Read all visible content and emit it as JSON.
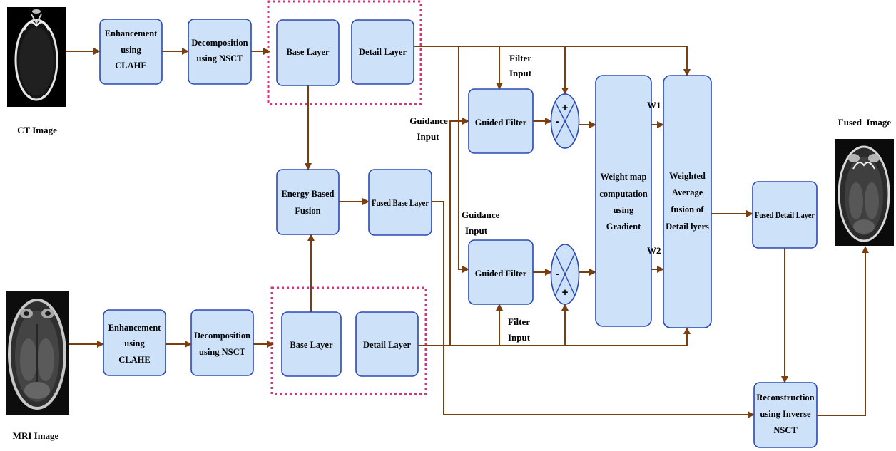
{
  "colors": {
    "box_fill": "#cde2f8",
    "box_border": "#2b48b4",
    "arrow": "#7b3f0e",
    "dashed_outline": "#d6337f",
    "text": "#000000"
  },
  "ct_image": {
    "label": "CT Image"
  },
  "mri_image": {
    "label": "MRI Image"
  },
  "fused_image": {
    "label": "Fused  Image"
  },
  "ct_branch": {
    "enhancement": [
      "Enhancement",
      "using",
      "CLAHE"
    ],
    "decomposition": [
      "Decomposition",
      "using NSCT"
    ],
    "base_layer": "Base Layer",
    "detail_layer": "Detail Layer"
  },
  "mri_branch": {
    "enhancement": [
      "Enhancement",
      "using",
      "CLAHE"
    ],
    "decomposition": [
      "Decomposition",
      "using NSCT"
    ],
    "base_layer": "Base Layer",
    "detail_layer": "Detail Layer"
  },
  "energy_fusion": [
    "Energy Based",
    "Fusion"
  ],
  "fused_base_layer": "Fused Base Layer",
  "top_filter": {
    "label": "Guided Filter",
    "filter_input": [
      "Filter",
      "Input"
    ],
    "guidance_input": [
      "Guidance",
      "Input"
    ],
    "sum": {
      "plus": "+",
      "minus": "-"
    }
  },
  "bottom_filter": {
    "label": "Guided Filter",
    "filter_input": [
      "Filter",
      "Input"
    ],
    "guidance_input": [
      "Guidance",
      "Input"
    ],
    "sum": {
      "plus": "+",
      "minus": "-"
    }
  },
  "weight_map": [
    "Weight map",
    "computation",
    "using",
    "Gradient"
  ],
  "weights": {
    "w1": "W1",
    "w2": "W2"
  },
  "weighted_average": [
    "Weighted",
    "Average",
    "fusion of",
    "Detail lyers"
  ],
  "fused_detail_layer": "Fused Detail Layer",
  "reconstruction": [
    "Reconstruction",
    "using Inverse",
    "NSCT"
  ]
}
